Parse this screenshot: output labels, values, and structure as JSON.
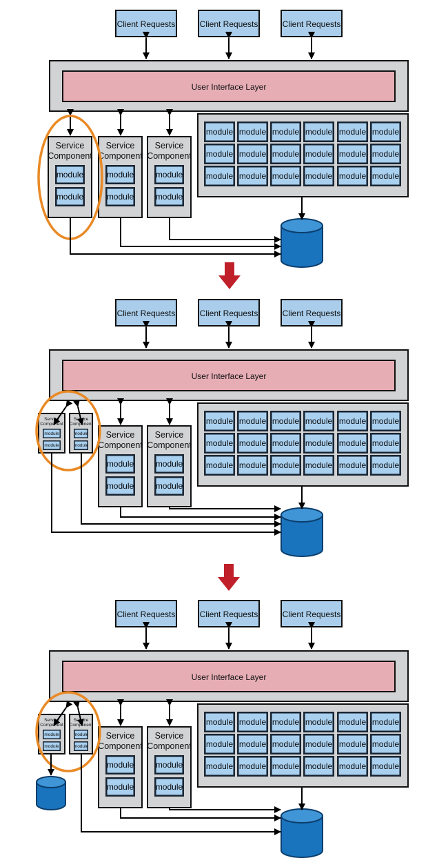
{
  "labels": {
    "client_requests": "Client Requests",
    "ui_layer": "User Interface Layer",
    "service": "Service",
    "component": "Component",
    "module": "module"
  },
  "colors": {
    "client_box": "#a9cdea",
    "ui_layer": "#e6adb5",
    "container_gray": "#d2d3d5",
    "module_fill": "#aad0ef",
    "highlight": "#e98a26",
    "database": "#1a73bd",
    "transition_arrow": "#c0202a"
  },
  "stages": [
    {
      "highlight": "one service component",
      "service_split": false,
      "separate_database": false
    },
    {
      "highlight": "two smaller service components",
      "service_split": true,
      "separate_database": false
    },
    {
      "highlight": "two smaller service components",
      "service_split": true,
      "separate_database": true
    }
  ],
  "icons": [
    "database-icon",
    "transition-arrow-icon",
    "arrowhead-icon"
  ]
}
